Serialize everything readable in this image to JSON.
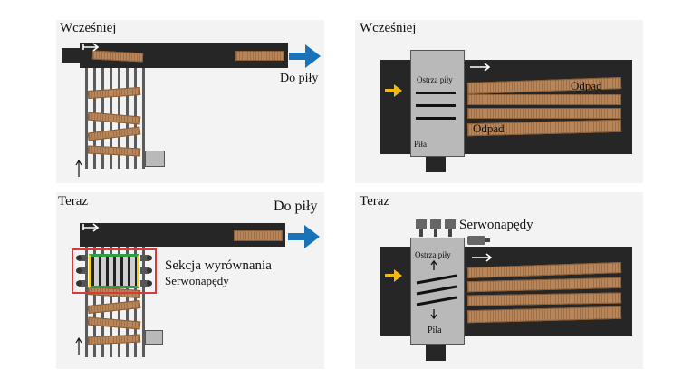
{
  "top_left": {
    "title": "Wcześniej",
    "to_saw": "Do piły"
  },
  "top_right": {
    "title": "Wcześniej",
    "blades": "Ostrza piły",
    "saw": "Piła",
    "waste_1": "Odpad",
    "waste_2": "Odpad"
  },
  "bottom_left": {
    "title": "Teraz",
    "to_saw": "Do piły",
    "section": "Sekcja wyrównania",
    "servos": "Serwonapędy"
  },
  "bottom_right": {
    "title": "Teraz",
    "servos": "Serwonapędy",
    "blades": "Ostrza piły",
    "saw": "Piła"
  },
  "colors": {
    "belt": "#262626",
    "wood": "#b8865a",
    "blue_arrow": "#1a73b8",
    "yellow_arrow": "#f2b90c",
    "highlight_red": "#d83a3a",
    "highlight_green": "#2e9e44",
    "highlight_yellow": "#f2d21a"
  }
}
